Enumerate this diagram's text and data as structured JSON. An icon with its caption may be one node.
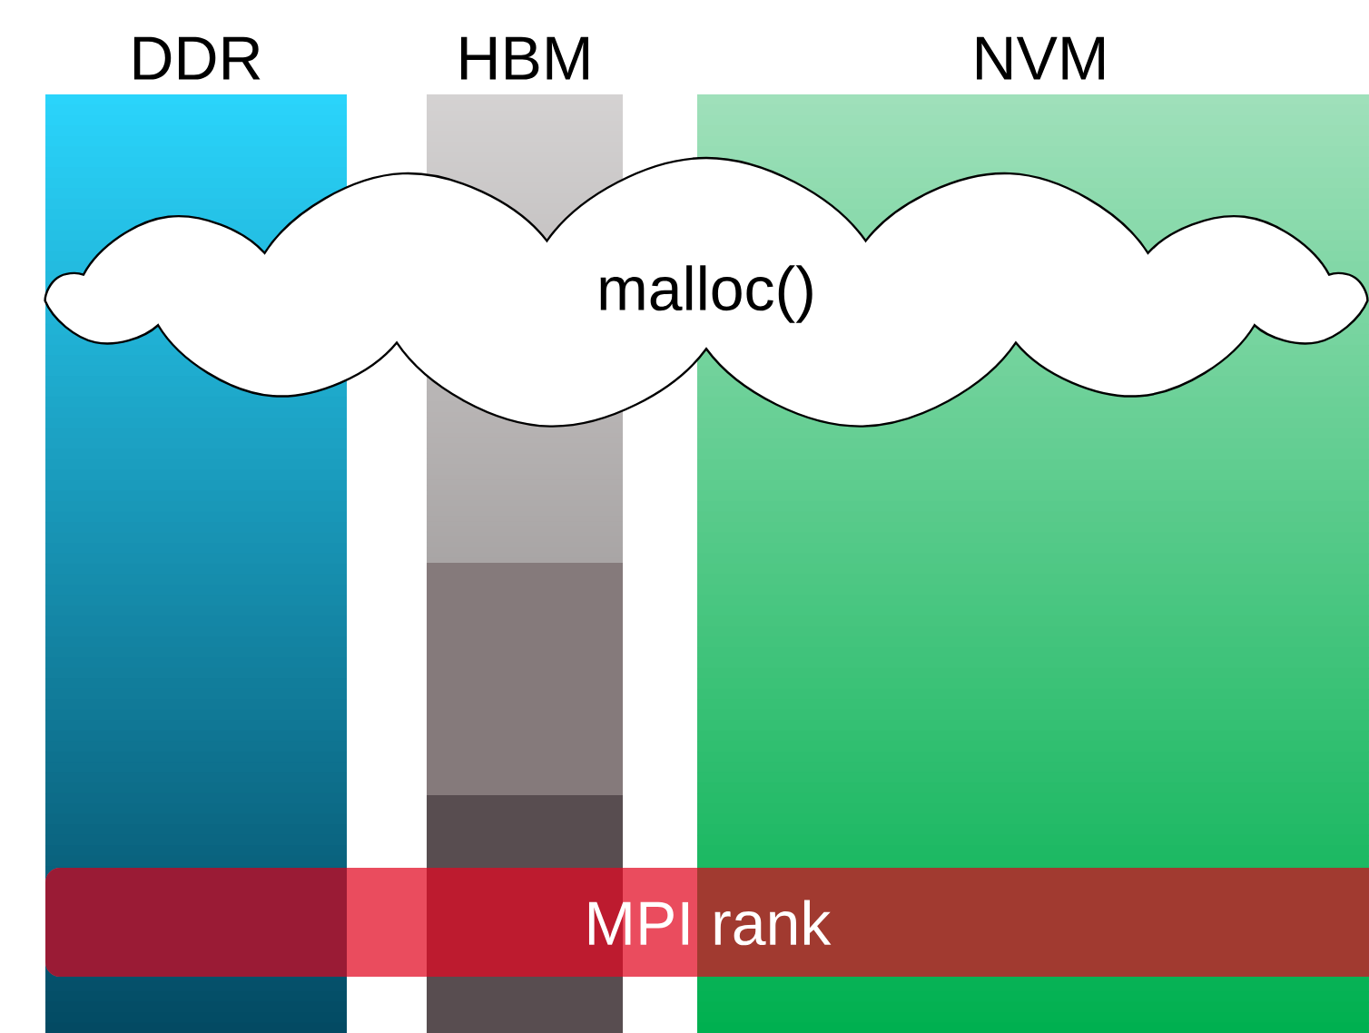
{
  "diagram": {
    "nodes": [
      {
        "text": [
          "DDR"
        ]
      },
      {
        "text": [
          "HBM"
        ]
      },
      {
        "text": [
          "NVM"
        ]
      },
      {
        "text": [
          "malloc()"
        ]
      },
      {
        "text": [
          "MPI rank"
        ]
      }
    ]
  }
}
